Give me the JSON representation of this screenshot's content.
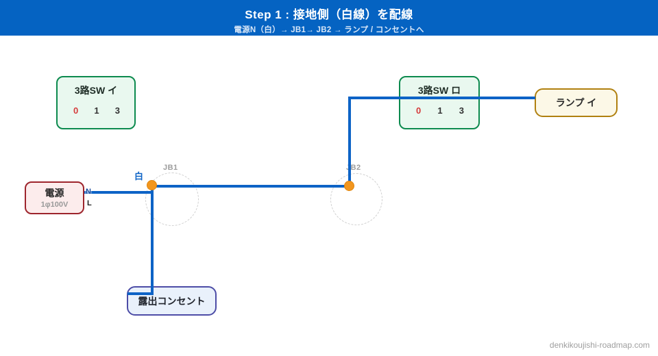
{
  "header": {
    "title": "Step 1 : 接地側（白線）を配線",
    "subtitle": "電源N（白）→ JB1→ JB2 → ランプ / コンセントへ"
  },
  "palette": {
    "header_bg": "#0563c2",
    "wire_blue": "#0d63c6",
    "junction_orange": "#f2961e",
    "terminal_red": "#d53b3b",
    "switch_border_green": "#0c8a4e",
    "switch_fill": "#e9f8ef",
    "power_border_red": "#9d242c",
    "power_fill": "#fcecec",
    "lamp_border_gold": "#b0800f",
    "lamp_fill": "#fcf8e7",
    "outlet_border_indigo": "#4c4ca6",
    "outlet_fill": "#e9f1fb",
    "jb_gray": "#9c9c9c"
  },
  "components": {
    "sw_i": {
      "label": "3路SW イ",
      "terminals": [
        "0",
        "1",
        "3"
      ]
    },
    "sw_ro": {
      "label": "3路SW ロ",
      "terminals": [
        "0",
        "1",
        "3"
      ]
    },
    "lamp": {
      "label": "ランプ イ"
    },
    "power": {
      "label": "電源",
      "spec": "1φ100V",
      "terminal_n": "N",
      "terminal_l": "L"
    },
    "outlet": {
      "label": "露出コンセント"
    },
    "jb1": {
      "label": "JB1"
    },
    "jb2": {
      "label": "JB2"
    }
  },
  "wire_label_white": "白",
  "watermark": "denkikoujishi-roadmap.com"
}
